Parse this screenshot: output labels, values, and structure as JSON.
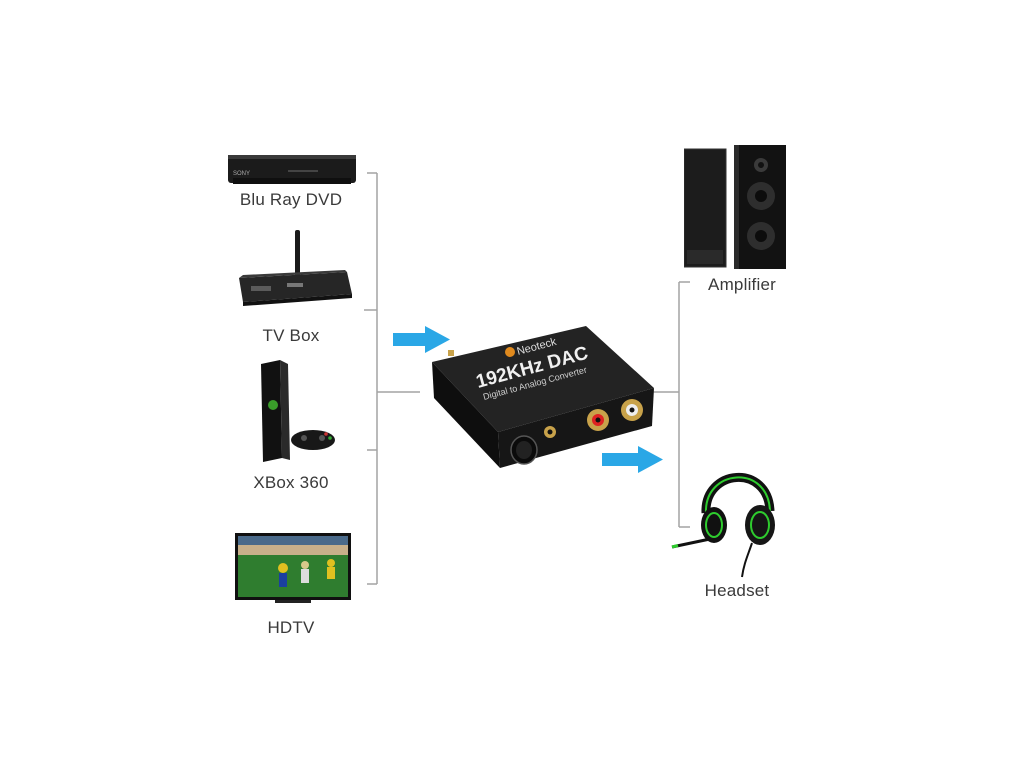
{
  "sources": [
    {
      "label": "Blu Ray DVD",
      "icon": "blu-ray-player-icon",
      "brand": "SONY"
    },
    {
      "label": "TV Box",
      "icon": "tv-box-icon"
    },
    {
      "label": "XBox 360",
      "icon": "xbox-360-console-icon"
    },
    {
      "label": "HDTV",
      "icon": "hdtv-icon"
    }
  ],
  "converter": {
    "brand": "Neoteck",
    "title": "192KHz DAC",
    "subtitle": "Digital to Analog Converter"
  },
  "outputs": [
    {
      "label": "Amplifier",
      "icon": "speakers-icon"
    },
    {
      "label": "Headset",
      "icon": "headset-icon"
    }
  ],
  "colors": {
    "arrow": "#2aa7e6",
    "line": "#9e9e9e",
    "headset_accent": "#2ecc2e",
    "device_body": "#1c1c1c",
    "jack_gold": "#c8a24a"
  }
}
